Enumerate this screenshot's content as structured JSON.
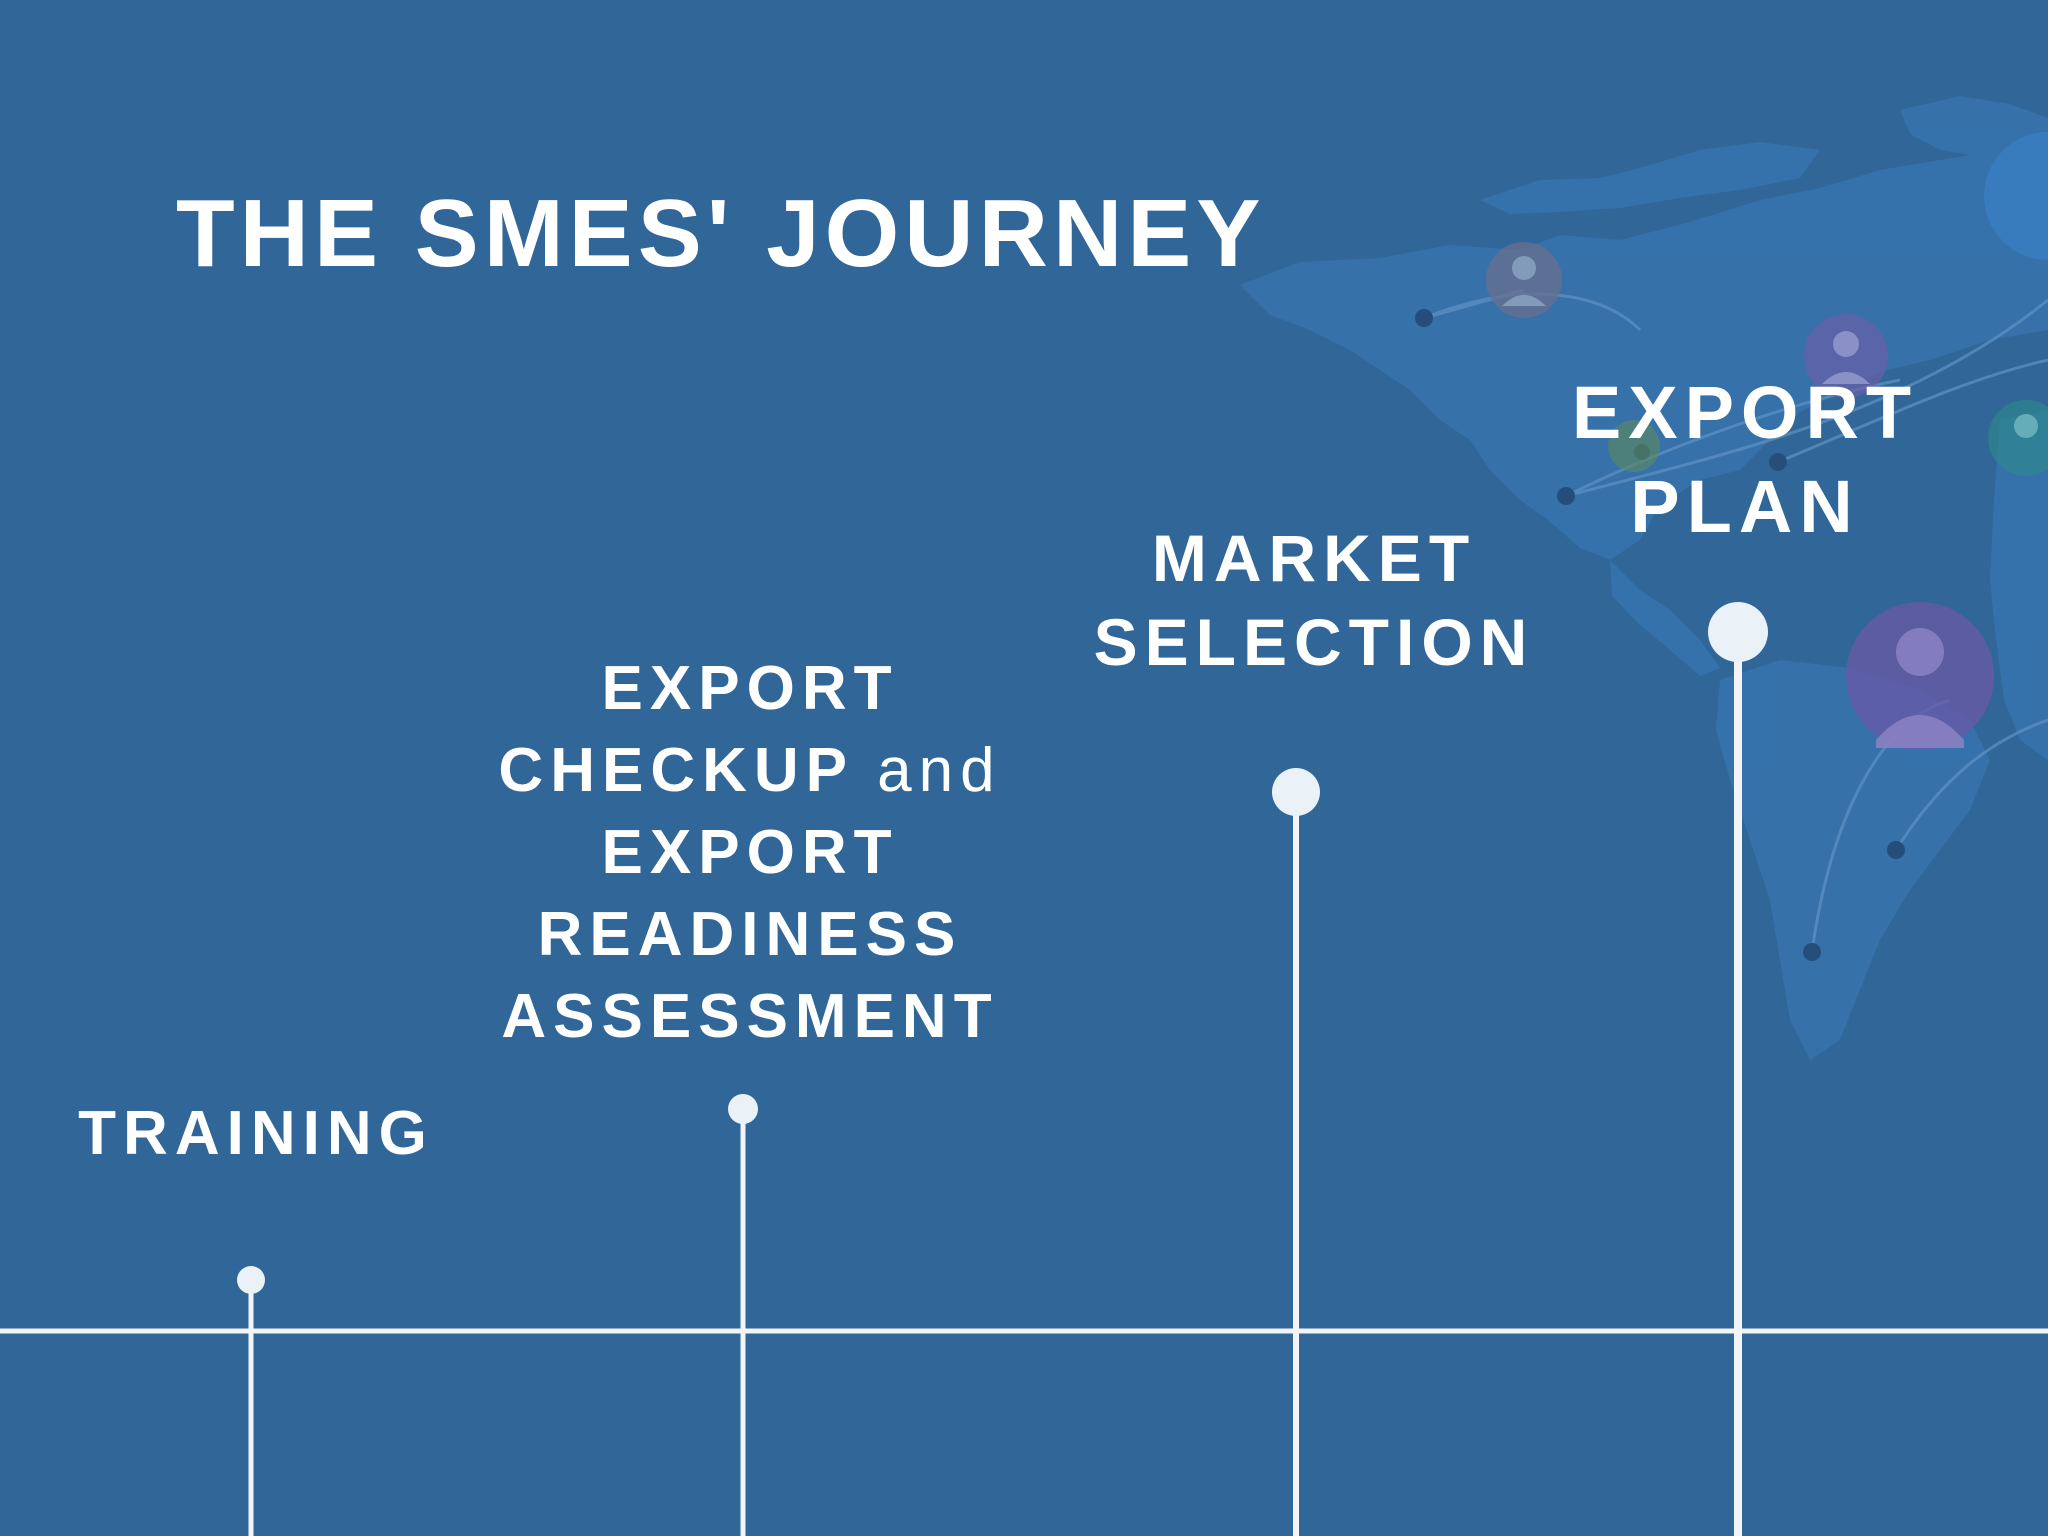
{
  "title": "THE SMES' JOURNEY",
  "milestones": [
    {
      "id": "training",
      "lines": [
        "TRAINING"
      ]
    },
    {
      "id": "checkup",
      "lines": [
        "EXPORT",
        "CHECKUP",
        "and",
        "EXPORT",
        "READINESS",
        "ASSESSMENT"
      ]
    },
    {
      "id": "market",
      "lines": [
        "MARKET",
        "SELECTION"
      ]
    },
    {
      "id": "plan",
      "lines": [
        "EXPORT",
        "PLAN"
      ]
    }
  ],
  "colors": {
    "background": "#316699",
    "map": "#3a7ab8",
    "line": "#f2f4f7",
    "marker": "#eaf1f7"
  },
  "icons": [
    "world-map-icon",
    "person-avatar-icon"
  ]
}
